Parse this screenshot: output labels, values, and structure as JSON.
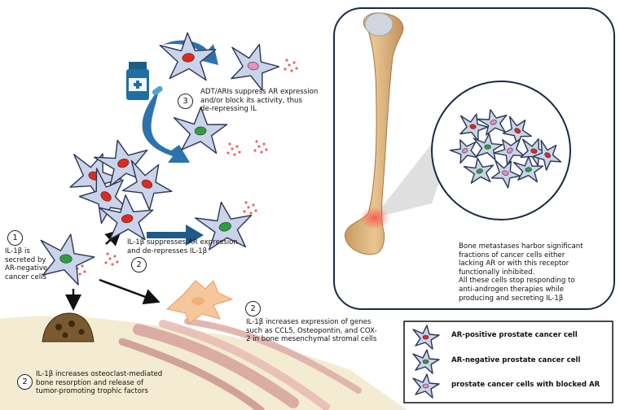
{
  "steps": {
    "step1": {
      "number": "1",
      "text": "IL-1β is\nsecreted by\nAR-negative\ncancer cells"
    },
    "step2a": {
      "number": "2",
      "text": "IL-1β suppresses AR expression\nand de-represses IL-1β"
    },
    "step2b": {
      "number": "2",
      "text": "IL-1β increases expression of genes\nsuch as CCL5, Osteopontin, and COX-\n2 in bone mesenchymal stromal cells"
    },
    "step2c": {
      "number": "2",
      "text": "IL-1β increases osteoclast-mediated\nbone resorption and release of\ntumor-promoting trophic factors"
    },
    "step3": {
      "number": "3",
      "text": "ADT/ARIs suppress AR expression\nand/or block its activity, thus\nde-repressing IL"
    }
  },
  "bone_panel": {
    "text": "Bone metastases harbor significant\nfractions of cancer cells either\nlacking AR or with this receptor\nfunctionally inhibited.\nAll these cells stop responding to\nanti-androgen therapies while\nproducing and secreting  IL-1β"
  },
  "legend": {
    "items": [
      {
        "label": "AR-positive prostate cancer cell",
        "nucleus_color": "#e0281e"
      },
      {
        "label": "AR-negative prostate cancer cell",
        "nucleus_color": "#2e9e3a"
      },
      {
        "label": "prostate cancer cells with blocked AR",
        "nucleus_color": "#e98fc0"
      }
    ]
  },
  "colors": {
    "cell_fill": "#c9d3ea",
    "cell_stroke": "#2b3550",
    "ar_positive": "#e0281e",
    "ar_negative": "#2e9e3a",
    "blocked_ar": "#e98fc0",
    "cytokine_dots": "#e35555",
    "arrow_blue": "#1f5a8a",
    "bone": "#d9b17b",
    "tissue": "#f3ecd2"
  },
  "icons": {
    "drug": "pill-bottle-icon",
    "bone": "femur-bone-icon",
    "osteoclast": "osteoclast-cell-icon",
    "stromal": "stromal-cell-icon"
  }
}
